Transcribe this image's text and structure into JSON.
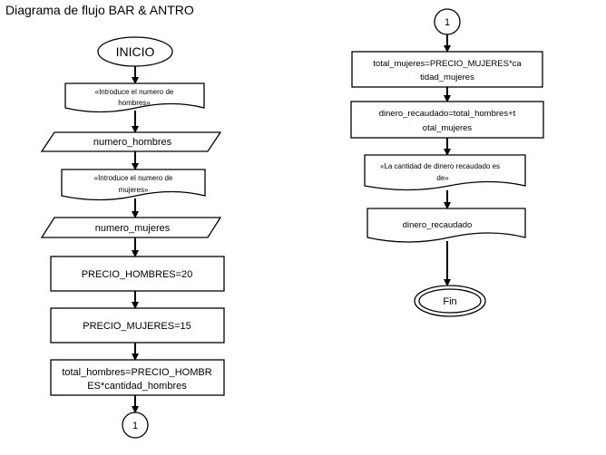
{
  "title": "Diagrama de flujo BAR & ANTRO",
  "nodes": {
    "inicio": "INICIO",
    "prompt_hombres_1": "«Introduce el numero de",
    "prompt_hombres_2": "hombres»",
    "input_hombres": "numero_hombres",
    "prompt_mujeres_1": "«Introduce  el numero de",
    "prompt_mujeres_2": "mujeres»",
    "input_mujeres": "numero_mujeres",
    "precio_hombres": "PRECIO_HOMBRES=20",
    "precio_mujeres": "PRECIO_MUJERES=15",
    "total_hombres_1": "total_hombres=PRECIO_HOMBR",
    "total_hombres_2": "ES*cantidad_hombres",
    "connector_out": "1",
    "connector_in": "1",
    "total_mujeres_1": "total_mujeres=PRECIO_MUJERES*ca",
    "total_mujeres_2": "tidad_mujeres",
    "dinero_calc_1": "dinero_recaudado=total_hombres+t",
    "dinero_calc_2": "otal_mujeres",
    "output_msg_1": "«La cantidad de dinero recaudado  es",
    "output_msg_2": "de»",
    "output_val": "dinero_recaudado",
    "fin": "Fin"
  }
}
